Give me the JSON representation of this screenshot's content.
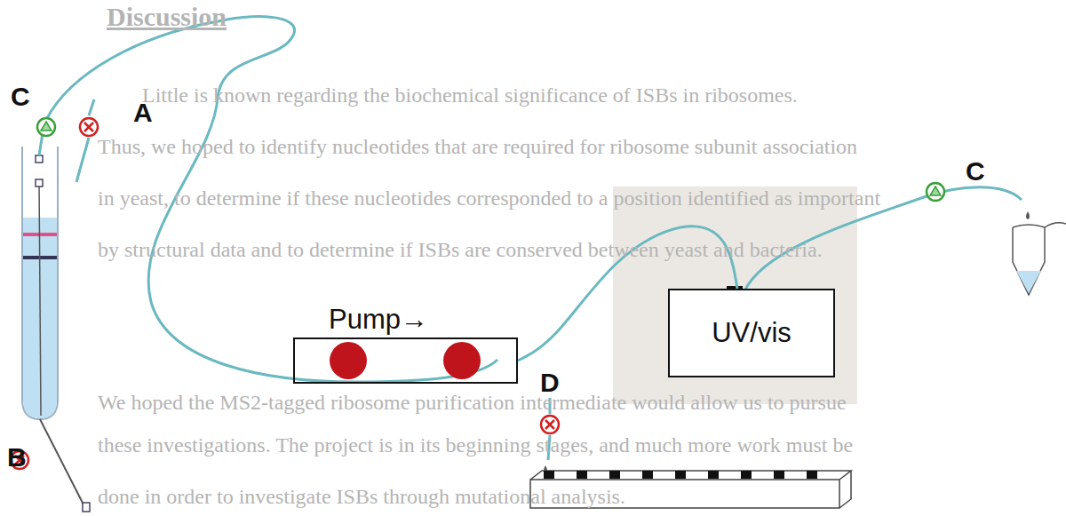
{
  "diagram": {
    "nodes": [
      {
        "text": [
          "Pump→"
        ]
      },
      {
        "text": [
          "UV/vis"
        ]
      }
    ],
    "edges": [
      {
        "from": 0,
        "to": 1,
        "arrow": "none"
      }
    ],
    "labels": [
      "Discussion",
      "Little is known regarding the biochemical significance of ISBs in ribosomes.",
      "Thus, we hoped to identify nucleotides that are required for ribosome subunit association",
      "in yeast, to determine if these nucleotides corresponded to a position identified as important",
      "by structural data and to determine if ISBs are conserved between yeast and bacteria.",
      "We hoped the MS2-tagged ribosome purification intermediate would allow us to pursue",
      "these investigations. The project is in its beginning stages, and much more work must be",
      "done in order to investigate ISBs through mutational analysis.",
      "C",
      "A",
      "C",
      "D",
      "B"
    ]
  }
}
